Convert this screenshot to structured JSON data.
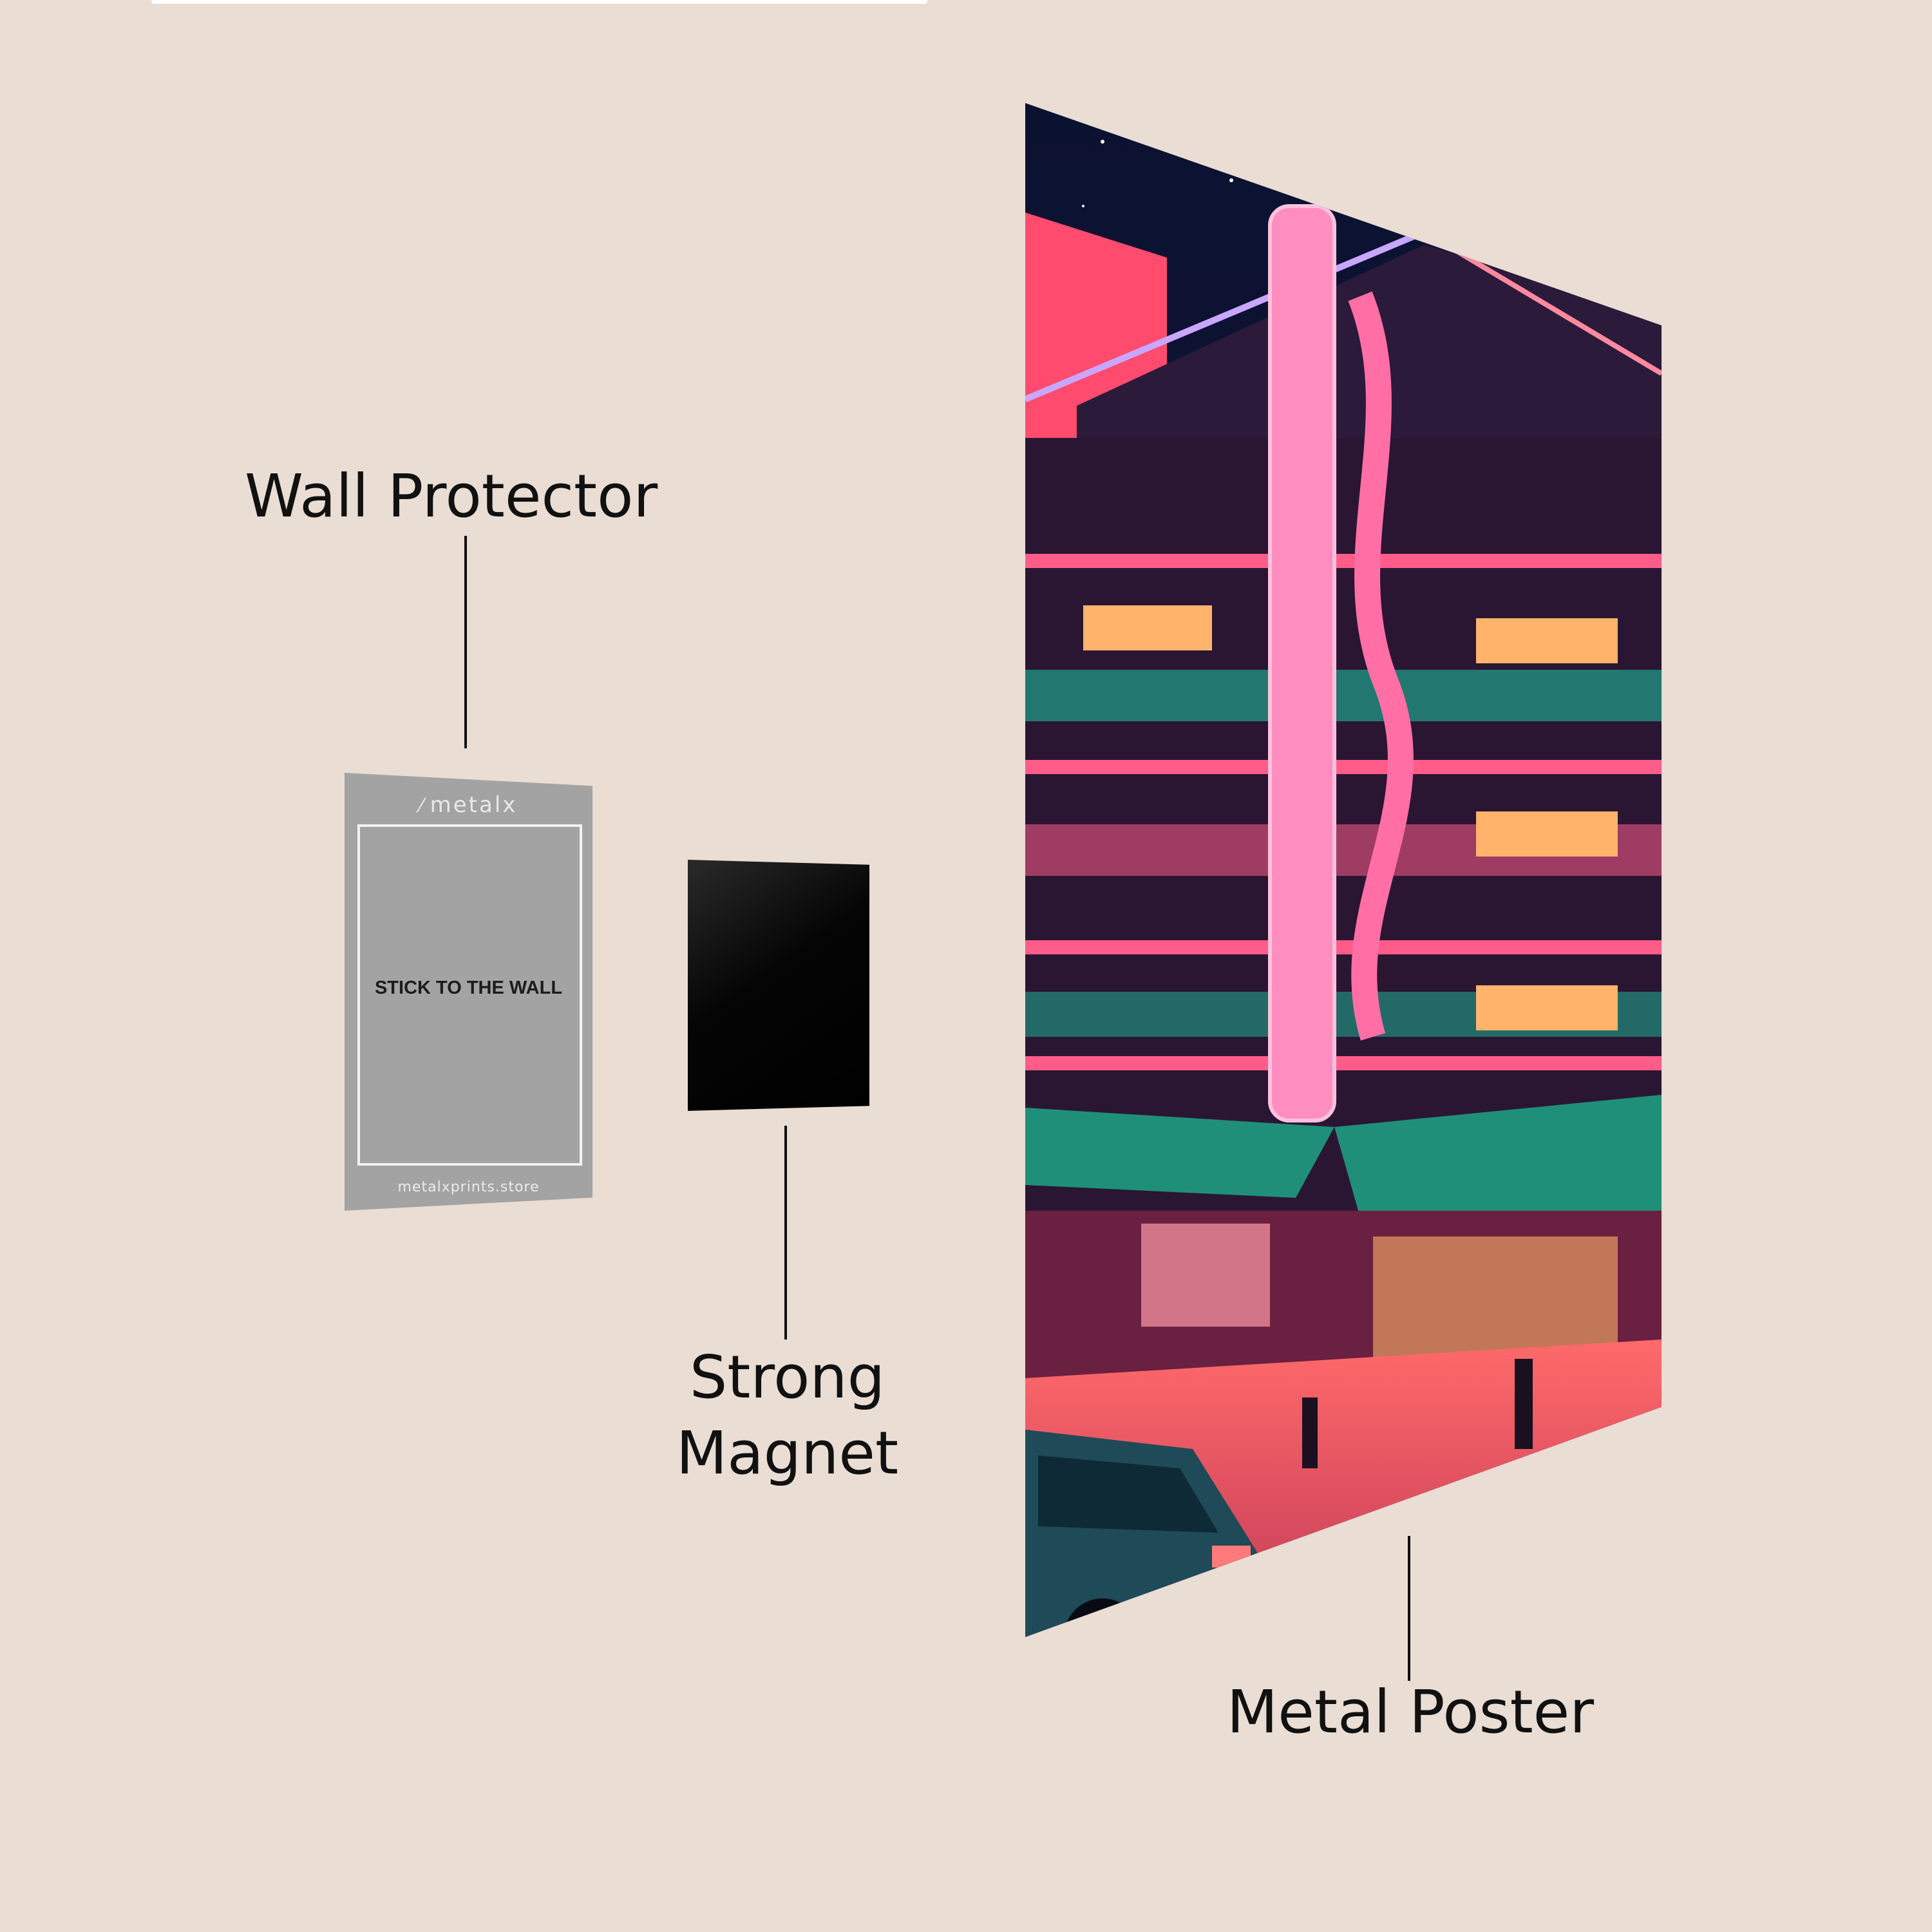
{
  "labels": {
    "wall_protector": "Wall Protector",
    "strong_magnet_line1": "Strong",
    "strong_magnet_line2": "Magnet",
    "metal_poster": "Metal Poster"
  },
  "protector": {
    "brand": "metalx",
    "instruction": "STICK TO THE WALL",
    "website": "metalxprints.store"
  },
  "colors": {
    "background": "#e9ddd4",
    "protector": "#a3a3a3",
    "magnet": "#000000",
    "neon_pink": "#ff5c8a",
    "neon_teal": "#1fa38a"
  }
}
